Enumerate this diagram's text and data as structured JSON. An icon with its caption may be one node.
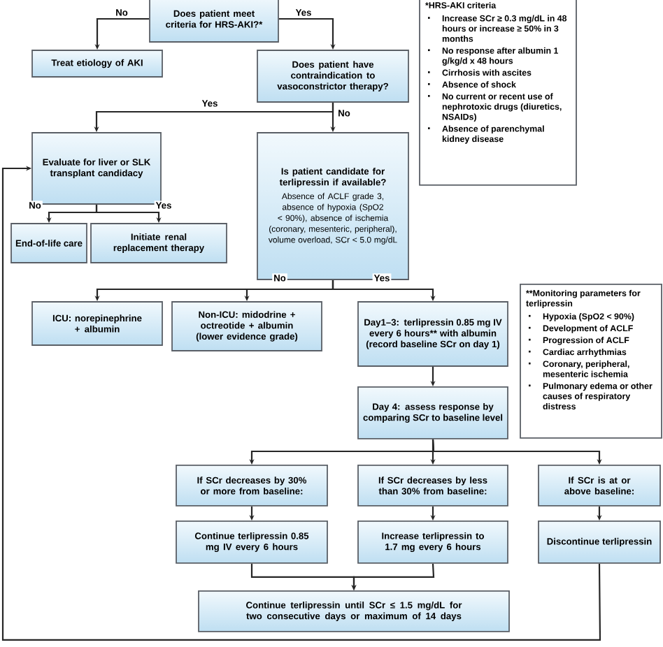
{
  "diagram": {
    "nodes": [
      {
        "text": [
          "Does patient meet criteria for HRS-AKI?*"
        ]
      },
      {
        "text": [
          "Treat etiology of AKI"
        ]
      },
      {
        "text": [
          "Does patient have contraindication to vasoconstrictor therapy?"
        ]
      },
      {
        "text": [
          "Evaluate for liver or SLK transplant candidacy"
        ]
      },
      {
        "text": [
          "Is patient candidate for terlipressin if available?",
          "Absence of ACLF grade 3, absence of hypoxia (SpO2 < 90%), absence of ischemia (coronary, mesenteric, peripheral), volume overload, SCr < 5.0 mg/dL"
        ]
      },
      {
        "text": [
          "End-of-life care"
        ]
      },
      {
        "text": [
          "Initiate renal replacement therapy"
        ]
      },
      {
        "text": [
          "ICU: norepinephrine + albumin"
        ]
      },
      {
        "text": [
          "Non-ICU: midodrine + octreotide + albumin (lower evidence grade)"
        ]
      },
      {
        "text": [
          "Day1–3: terlipressin 0.85 mg IV every 6 hours** with albumin (record baseline SCr on day 1)"
        ]
      },
      {
        "text": [
          "Day 4: assess response by comparing SCr to baseline level"
        ]
      },
      {
        "text": [
          "If SCr decreases by 30% or more from baseline:"
        ]
      },
      {
        "text": [
          "If SCr decreases by less than 30% from baseline:"
        ]
      },
      {
        "text": [
          "If SCr is at or above baseline:"
        ]
      },
      {
        "text": [
          "Continue terlipressin 0.85 mg IV every 6 hours"
        ]
      },
      {
        "text": [
          "Increase terlipressin to 1.7 mg every 6 hours"
        ]
      },
      {
        "text": [
          "Discontinue terlipressin"
        ]
      },
      {
        "text": [
          "Continue terlipressin until SCr ≤ 1.5 mg/dL for two consecutive days or maximum of 14 days"
        ]
      },
      {
        "text": [
          "*HRS-AKI criteria",
          "Increase SCr ≥ 0.3 mg/dL in 48 hours or increase ≥ 50% in 3 months",
          "No response after albumin 1 g/kg/d x 48 hours",
          "Cirrhosis with ascites",
          "Absence of shock",
          "No current or recent use of nephrotoxic drugs (diuretics, NSAIDs)",
          "Absence of parenchymal kidney disease"
        ]
      },
      {
        "text": [
          "**Monitoring parameters for terlipressin",
          "Hypoxia (SpO2 < 90%)",
          "Development of ACLF",
          "Progression of ACLF",
          "Cardiac arrhythmias",
          "Coronary, peripheral, mesenteric ischemia",
          "Pulmonary edema or other causes of respiratory distress"
        ]
      }
    ],
    "edges": [
      {
        "from": 0,
        "to": 1,
        "arrow": "to",
        "label": "No"
      },
      {
        "from": 0,
        "to": 2,
        "arrow": "to",
        "label": "Yes"
      },
      {
        "from": 2,
        "to": 3,
        "arrow": "to",
        "label": "Yes"
      },
      {
        "from": 2,
        "to": 4,
        "arrow": "to",
        "label": "No"
      },
      {
        "from": 3,
        "to": 5,
        "arrow": "to",
        "label": "No"
      },
      {
        "from": 3,
        "to": 6,
        "arrow": "to",
        "label": "Yes"
      },
      {
        "from": 4,
        "to": 7,
        "arrow": "to",
        "label": "No"
      },
      {
        "from": 4,
        "to": 8,
        "arrow": "to"
      },
      {
        "from": 4,
        "to": 9,
        "arrow": "to",
        "label": "Yes"
      },
      {
        "from": 9,
        "to": 10,
        "arrow": "to"
      },
      {
        "from": 10,
        "to": 11,
        "arrow": "to"
      },
      {
        "from": 10,
        "to": 12,
        "arrow": "to"
      },
      {
        "from": 10,
        "to": 13,
        "arrow": "to"
      },
      {
        "from": 11,
        "to": 14,
        "arrow": "to"
      },
      {
        "from": 12,
        "to": 15,
        "arrow": "to"
      },
      {
        "from": 13,
        "to": 16,
        "arrow": "to"
      },
      {
        "from": 14,
        "to": 17,
        "arrow": "to"
      },
      {
        "from": 15,
        "to": 17,
        "arrow": "to"
      },
      {
        "from": 16,
        "to": 3,
        "arrow": "to"
      }
    ]
  }
}
